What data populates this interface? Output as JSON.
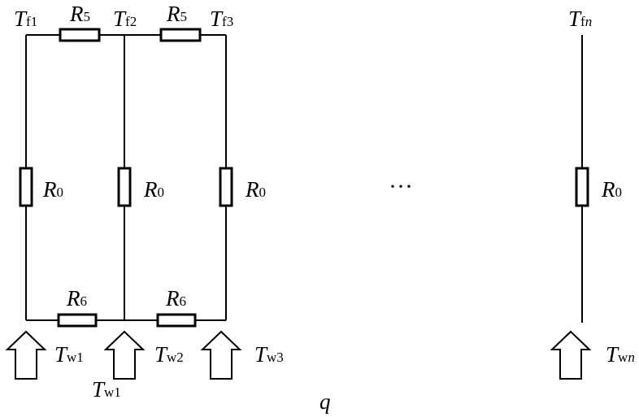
{
  "nodes": {
    "tf1": {
      "base": "T",
      "sub": "f1"
    },
    "tf2": {
      "base": "T",
      "sub": "f2"
    },
    "tf3": {
      "base": "T",
      "sub": "f3"
    },
    "tfn": {
      "base": "T",
      "sub": "f",
      "sub_it": "n"
    }
  },
  "resistors": {
    "r5a": {
      "base": "R",
      "sub": "5"
    },
    "r5b": {
      "base": "R",
      "sub": "5"
    },
    "r0a": {
      "base": "R",
      "sub": "0"
    },
    "r0b": {
      "base": "R",
      "sub": "0"
    },
    "r0c": {
      "base": "R",
      "sub": "0"
    },
    "r0n": {
      "base": "R",
      "sub": "0"
    },
    "r6a": {
      "base": "R",
      "sub": "6"
    },
    "r6b": {
      "base": "R",
      "sub": "6"
    }
  },
  "wall": {
    "tw1": {
      "base": "T",
      "sub": "w1"
    },
    "tw2": {
      "base": "T",
      "sub": "w2"
    },
    "tw3": {
      "base": "T",
      "sub": "w3"
    },
    "tw1b": {
      "base": "T",
      "sub": "w1"
    },
    "twn": {
      "base": "T",
      "sub": "w",
      "sub_it": "n"
    }
  },
  "ellipsis": "···",
  "heat_flux": "q"
}
